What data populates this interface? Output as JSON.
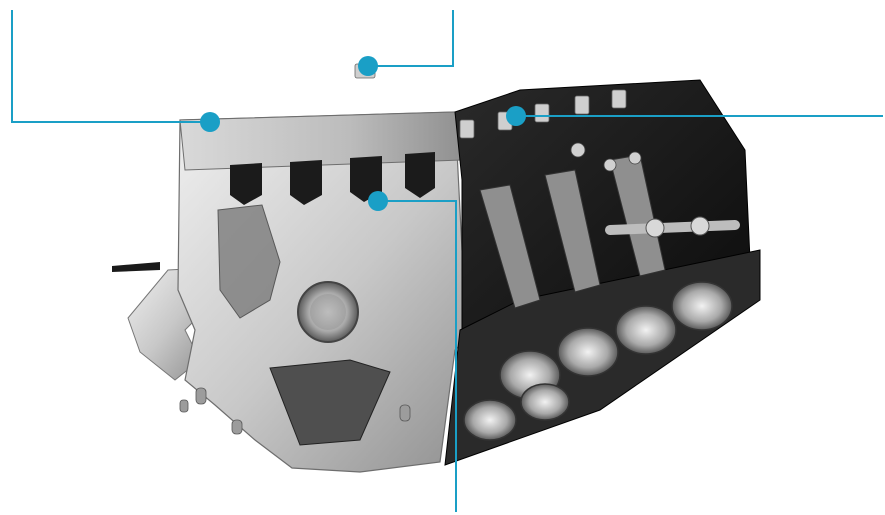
{
  "colors": {
    "background": "#ffffff",
    "callout": "#1a9fc6",
    "metal_light": "#e6e6e6",
    "metal_mid": "#bdbdbd",
    "metal_dark": "#6e6e6e",
    "casting_black": "#151515"
  },
  "illustration": {
    "subject_icon": "engine-block-cutaway-icon"
  },
  "callouts": [
    {
      "id": "callout-1",
      "label": ""
    },
    {
      "id": "callout-2",
      "label": ""
    },
    {
      "id": "callout-3",
      "label": ""
    },
    {
      "id": "callout-4",
      "label": ""
    }
  ]
}
